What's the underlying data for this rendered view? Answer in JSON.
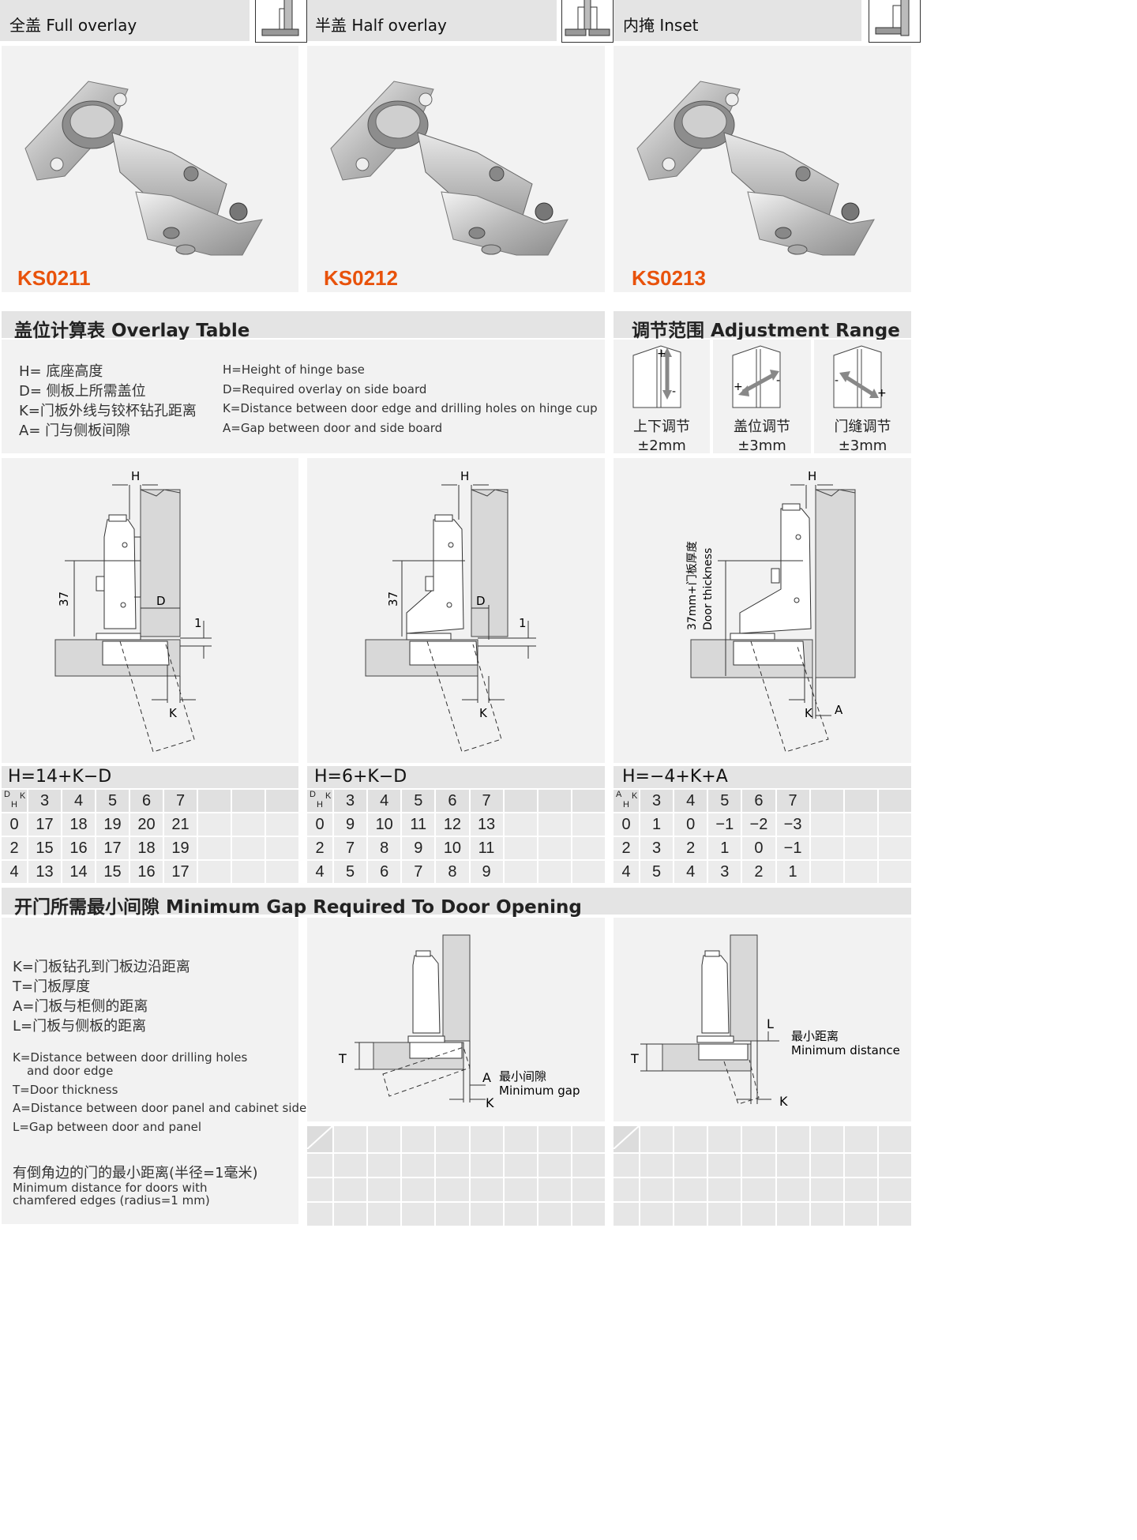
{
  "products": [
    {
      "type_label": "全盖 Full overlay",
      "type_icon": "full-overlay-icon",
      "code": "KS0211"
    },
    {
      "type_label": "半盖 Half overlay",
      "type_icon": "half-overlay-icon",
      "code": "KS0212"
    },
    {
      "type_label": "内掩 Inset",
      "type_icon": "inset-icon",
      "code": "KS0213"
    }
  ],
  "overlay_table": {
    "title": "盖位计算表  Overlay Table",
    "definitions_cn": [
      "H= 底座高度",
      "D= 侧板上所需盖位",
      "K=门板外线与铰杯钻孔距离",
      "A= 门与侧板间隙"
    ],
    "definitions_en": [
      "H=Height of hinge base",
      "D=Required overlay on side board",
      "K=Distance between door edge and drilling holes on hinge cup",
      "A=Gap between door and side board"
    ]
  },
  "adjustment": {
    "title": "调节范围  Adjustment Range",
    "items": [
      {
        "cn": "上下调节",
        "value": "±2mm"
      },
      {
        "cn": "盖位调节",
        "value": "±3mm"
      },
      {
        "cn": "门缝调节",
        "value": "±3mm"
      }
    ]
  },
  "diagram_labels": {
    "H": "H",
    "D": "D",
    "K": "K",
    "A": "A",
    "one": "1",
    "thirty_seven": "37",
    "inset_vertical_cn": "37mm+门板厚度",
    "inset_vertical_en": "Door thickness"
  },
  "tables": [
    {
      "formula": "H=14+K−D",
      "corner": [
        "D",
        "H",
        "K"
      ],
      "k_values": [
        "3",
        "4",
        "5",
        "6",
        "7"
      ],
      "rows": [
        {
          "h": "0",
          "values": [
            "17",
            "18",
            "19",
            "20",
            "21"
          ]
        },
        {
          "h": "2",
          "values": [
            "15",
            "16",
            "17",
            "18",
            "19"
          ]
        },
        {
          "h": "4",
          "values": [
            "13",
            "14",
            "15",
            "16",
            "17"
          ]
        }
      ]
    },
    {
      "formula": "H=6+K−D",
      "corner": [
        "D",
        "H",
        "K"
      ],
      "k_values": [
        "3",
        "4",
        "5",
        "6",
        "7"
      ],
      "rows": [
        {
          "h": "0",
          "values": [
            "9",
            "10",
            "11",
            "12",
            "13"
          ]
        },
        {
          "h": "2",
          "values": [
            "7",
            "8",
            "9",
            "10",
            "11"
          ]
        },
        {
          "h": "4",
          "values": [
            "5",
            "6",
            "7",
            "8",
            "9"
          ]
        }
      ]
    },
    {
      "formula": "H=−4+K+A",
      "corner": [
        "A",
        "H",
        "K"
      ],
      "k_values": [
        "3",
        "4",
        "5",
        "6",
        "7"
      ],
      "rows": [
        {
          "h": "0",
          "values": [
            "1",
            "0",
            "−1",
            "−2",
            "−3"
          ]
        },
        {
          "h": "2",
          "values": [
            "3",
            "2",
            "1",
            "0",
            "−1"
          ]
        },
        {
          "h": "4",
          "values": [
            "5",
            "4",
            "3",
            "2",
            "1"
          ]
        }
      ]
    }
  ],
  "min_gap": {
    "title": "开门所需最小间隙  Minimum Gap Required To Door Opening",
    "definitions_cn": [
      "K=门板钻孔到门板边沿距离",
      "T=门板厚度",
      "A=门板与柜侧的距离",
      "L=门板与侧板的距离"
    ],
    "definitions_en": [
      "K=Distance between door drilling holes",
      "and door edge",
      "T=Door thickness",
      "A=Distance between door panel and cabinet side",
      "L=Gap between door  and panel"
    ],
    "chamfer_cn": "有倒角边的门的最小距离(半径=1毫米)",
    "chamfer_en": [
      "Minimum distance for doors with",
      "chamfered edges (radius=1 mm)"
    ],
    "diagram1": {
      "T": "T",
      "A": "A",
      "K": "K",
      "label_cn": "最小间隙",
      "label_en": "Minimum gap"
    },
    "diagram2": {
      "T": "T",
      "L": "L",
      "K": "K",
      "label_cn": "最小距离",
      "label_en": "Minimum distance"
    }
  }
}
